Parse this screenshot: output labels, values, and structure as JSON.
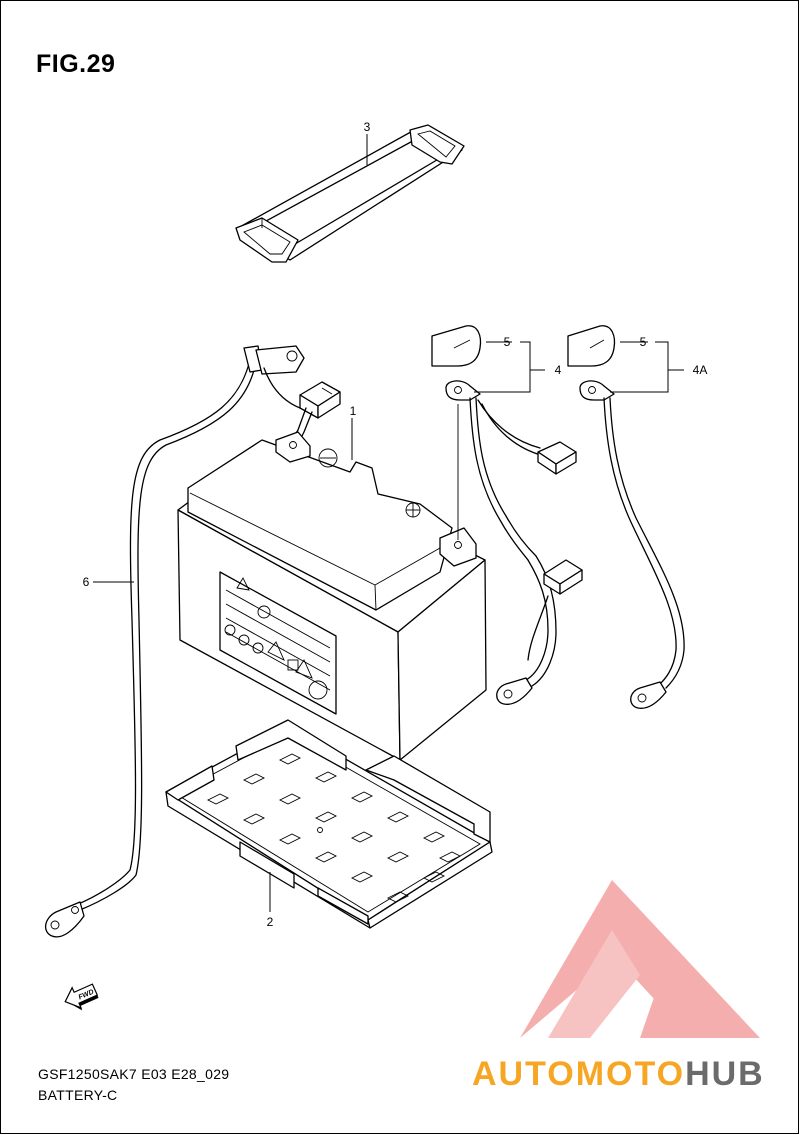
{
  "figure": {
    "title": "FIG.29"
  },
  "callouts": {
    "battery": "1",
    "tray": "2",
    "band": "3",
    "cable_assy": "4",
    "cable_assy_alt": "4A",
    "cap_a": "5",
    "cap_b": "5",
    "ground_cable": "6"
  },
  "fwd_label": "FWD",
  "footer": {
    "model_code": "GSF1250SAK7 E03 E28_029",
    "section": "BATTERY-C"
  },
  "watermark": {
    "brand_part1": "AUTOMOTO",
    "brand_part2": "HUB",
    "color_part1": "#f6a623",
    "color_part2": "#6b6b6b",
    "logo_color": "#f4a6a6"
  }
}
